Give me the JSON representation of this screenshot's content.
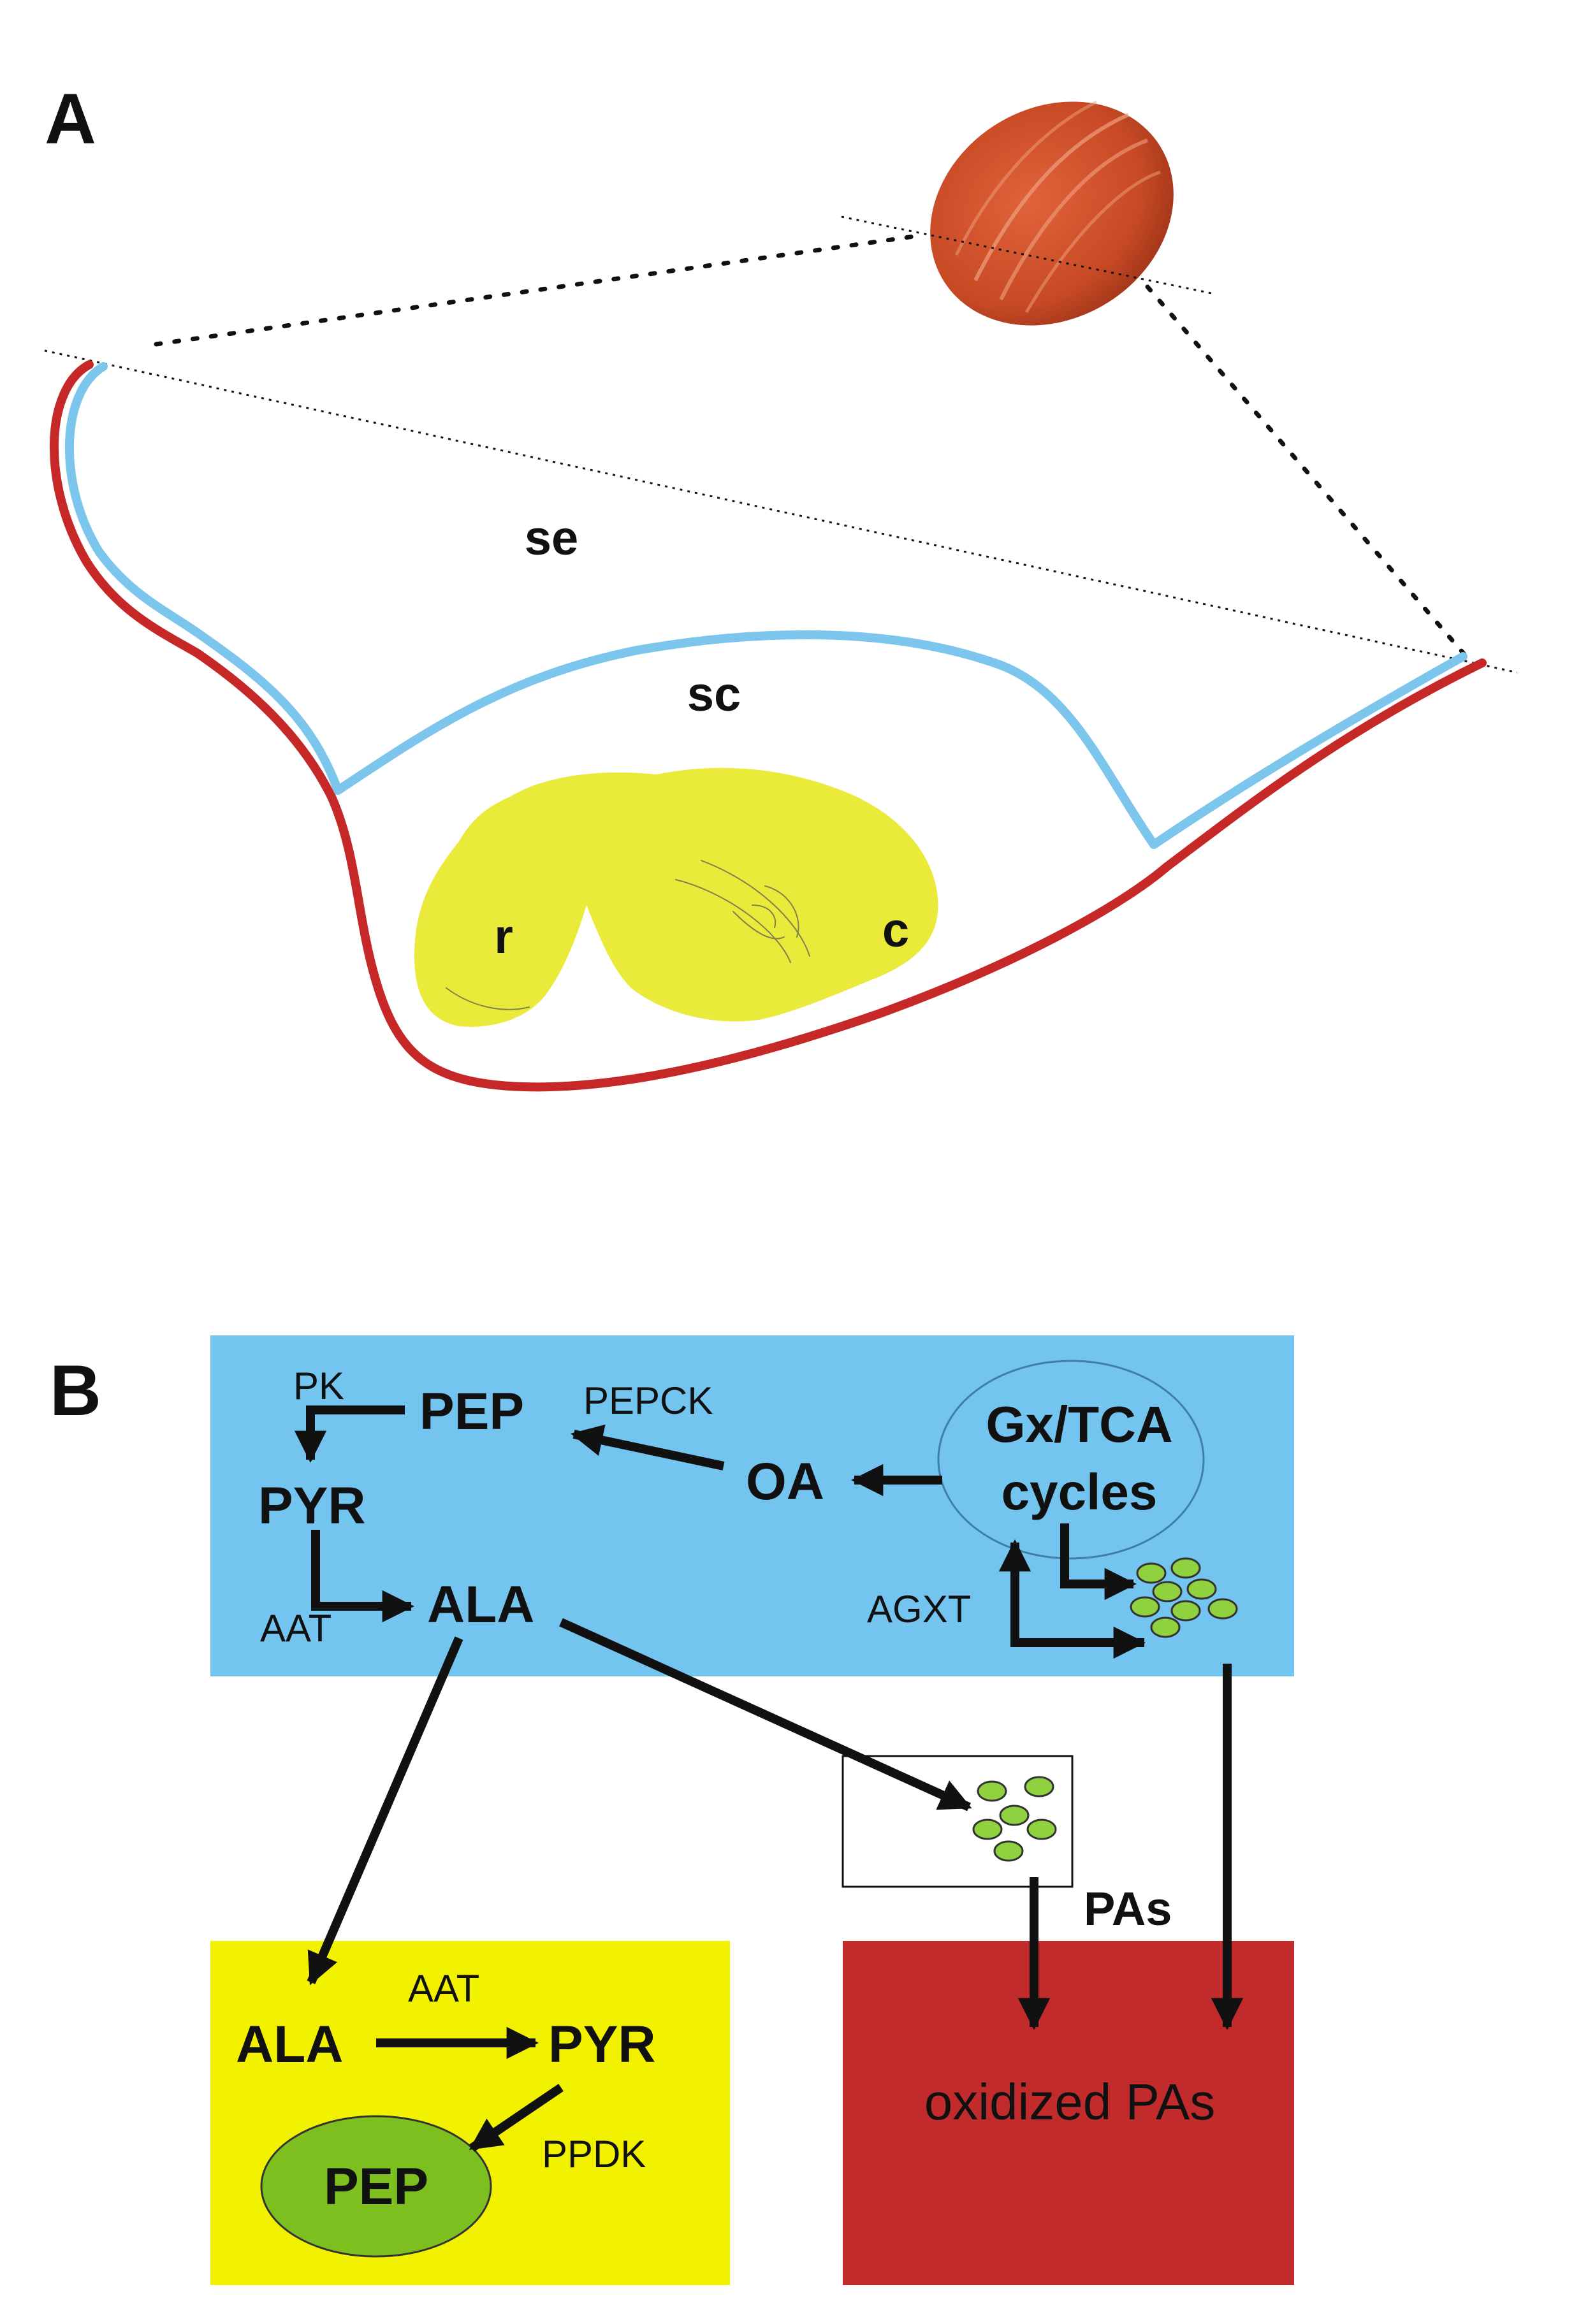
{
  "panel_a": {
    "letter": "A",
    "labels": {
      "se": "se",
      "sc": "sc",
      "r": "r",
      "c": "c"
    }
  },
  "panel_b": {
    "letter": "B",
    "top_box": {
      "PK": "PK",
      "PEP": "PEP",
      "PEPCK": "PEPCK",
      "PYR": "PYR",
      "OA": "OA",
      "cycles_line1": "Gx/TCA",
      "cycles_line2": "cycles",
      "AAT": "AAT",
      "ALA": "ALA",
      "AGXT": "AGXT"
    },
    "pas_label": "PAs",
    "yellow_box": {
      "ALA": "ALA",
      "AAT": "AAT",
      "PYR": "PYR",
      "PEP": "PEP",
      "PPDK": "PPDK"
    },
    "red_box": {
      "label": "oxidized PAs"
    }
  },
  "colors": {
    "blue_box": "#73c4ef",
    "yellow_box": "#f2f200",
    "red_box": "#c12b2b",
    "green_ellipse": "#7cbf1f",
    "peroxisome": "#8fd13f",
    "seed_coat_red": "#c62828",
    "seed_coat_blue": "#7cc6ee",
    "embryo": "#e9ea3a"
  }
}
